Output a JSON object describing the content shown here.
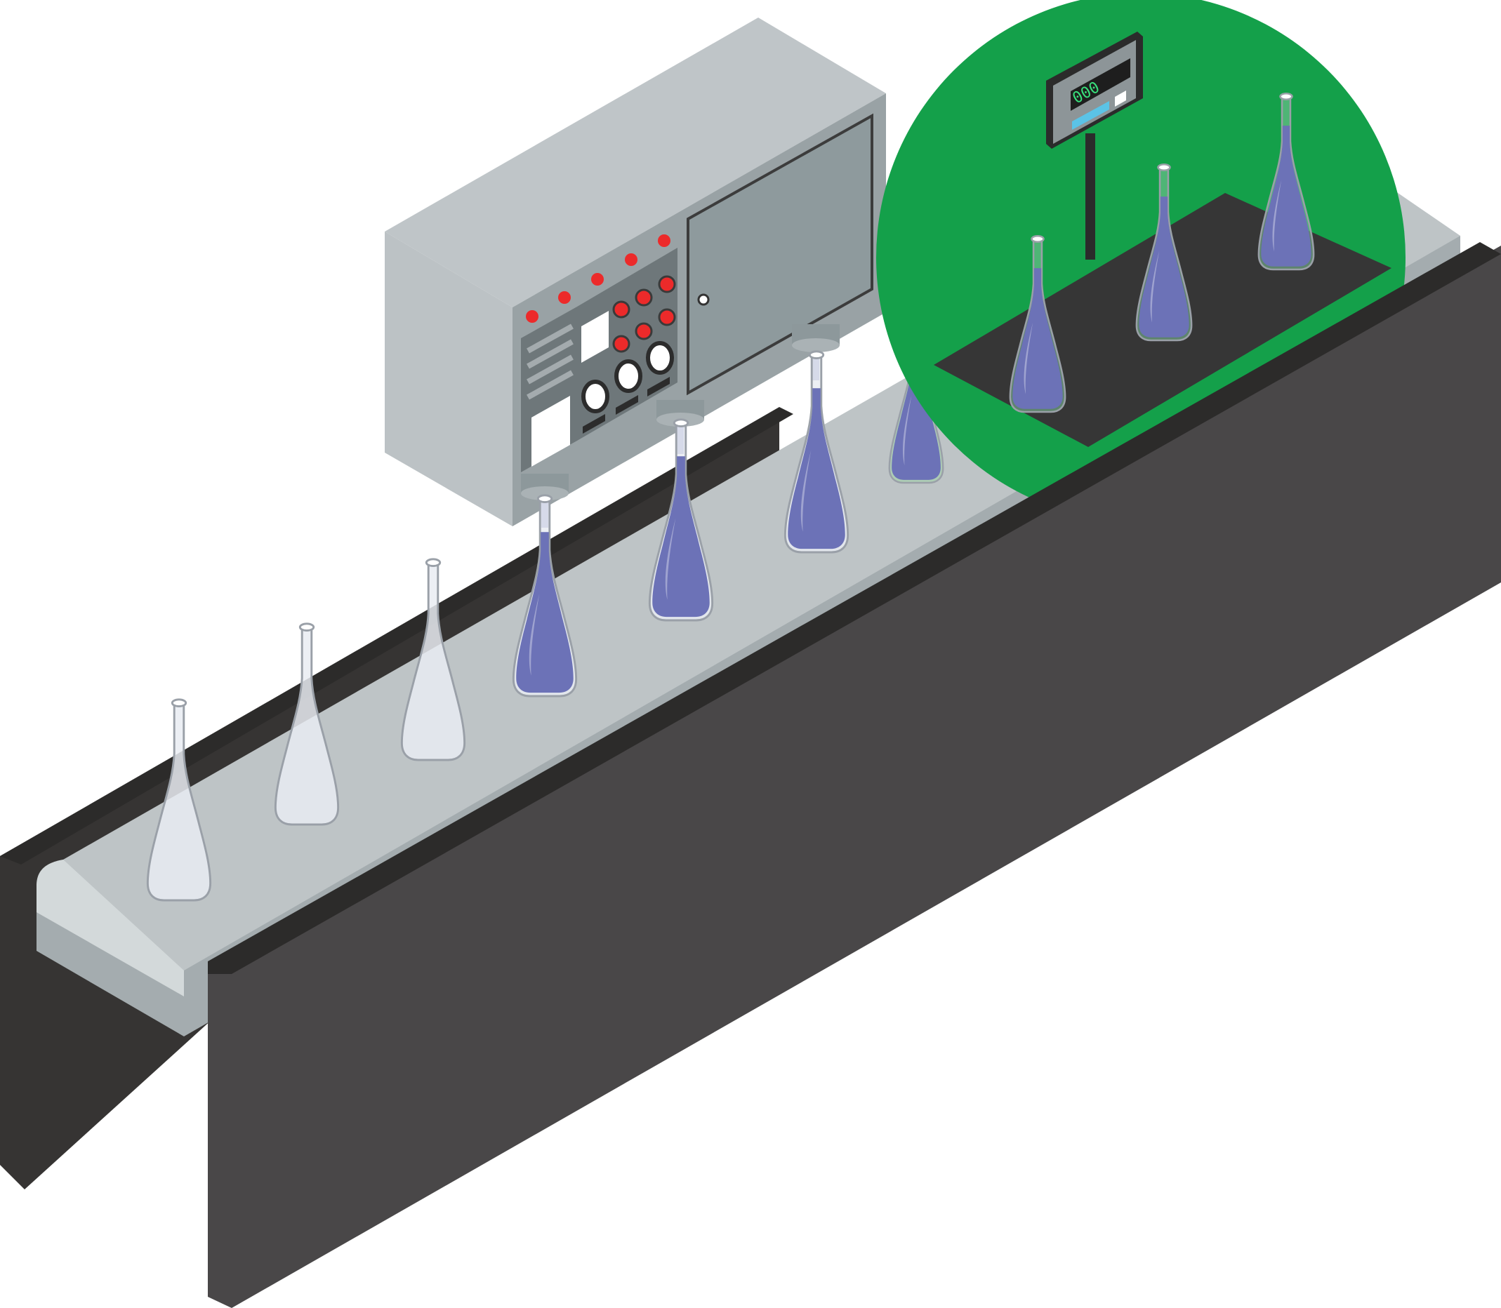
{
  "colors": {
    "background": "#ffffff",
    "frame_front": "#494748",
    "frame_top": "#2c2b2a",
    "belt_top": "#bec4c6",
    "belt_side": "#a4acaf",
    "belt_roller": "#d3d9da",
    "machine_top": "#bfc5c8",
    "machine_front": "#99a2a5",
    "machine_door": "#8e9a9d",
    "button_red": "#ec2a2a",
    "scale_zone": "#14a04a",
    "scale_plate": "#363636",
    "bottle_liquid": "#6c72b7",
    "bottle_glass": "#e9ecf2",
    "display_digits": "#38e07c",
    "display_bar": "#5bc3e6"
  },
  "icons": {
    "fill_nozzle": "nozzle-icon",
    "indicator_light": "red-light-icon",
    "control_knob": "knob-icon",
    "weight_display": "scale-display-icon"
  },
  "scale": {
    "display_reading": "000"
  },
  "fill_levels": {
    "unfilled": 0.0,
    "filling": 0.92,
    "filled": 0.92,
    "weighed": 0.92
  }
}
